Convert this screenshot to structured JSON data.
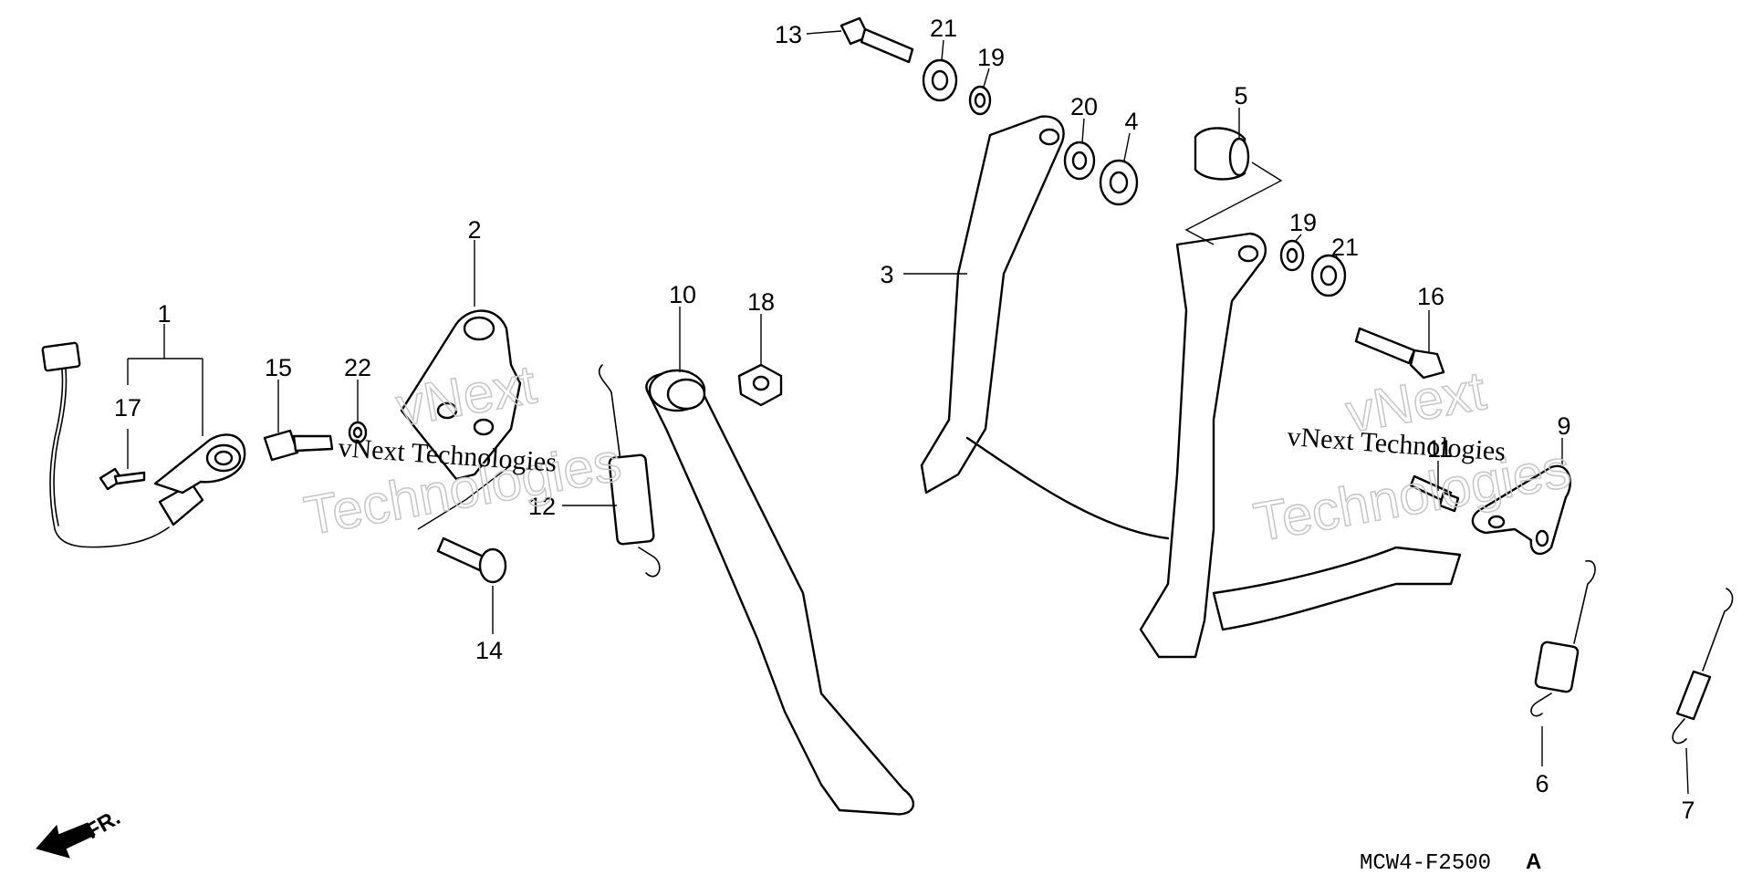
{
  "diagram": {
    "code": "MCW4-F2500",
    "code_suffix": "A",
    "front_marker": "FR.",
    "watermark_text": "vNext Technologies",
    "watermark_big_line1": "vNext",
    "watermark_big_line2": "Technologies"
  },
  "callouts": [
    {
      "id": "1",
      "label": "1"
    },
    {
      "id": "2",
      "label": "2"
    },
    {
      "id": "3",
      "label": "3"
    },
    {
      "id": "4",
      "label": "4"
    },
    {
      "id": "5",
      "label": "5"
    },
    {
      "id": "6",
      "label": "6"
    },
    {
      "id": "7",
      "label": "7"
    },
    {
      "id": "9",
      "label": "9"
    },
    {
      "id": "10",
      "label": "10"
    },
    {
      "id": "11",
      "label": "11"
    },
    {
      "id": "12",
      "label": "12"
    },
    {
      "id": "13",
      "label": "13"
    },
    {
      "id": "14",
      "label": "14"
    },
    {
      "id": "15",
      "label": "15"
    },
    {
      "id": "16",
      "label": "16"
    },
    {
      "id": "17",
      "label": "17"
    },
    {
      "id": "18",
      "label": "18"
    },
    {
      "id": "19a",
      "label": "19"
    },
    {
      "id": "19b",
      "label": "19"
    },
    {
      "id": "20",
      "label": "20"
    },
    {
      "id": "21a",
      "label": "21"
    },
    {
      "id": "21b",
      "label": "21"
    },
    {
      "id": "22",
      "label": "22"
    }
  ]
}
